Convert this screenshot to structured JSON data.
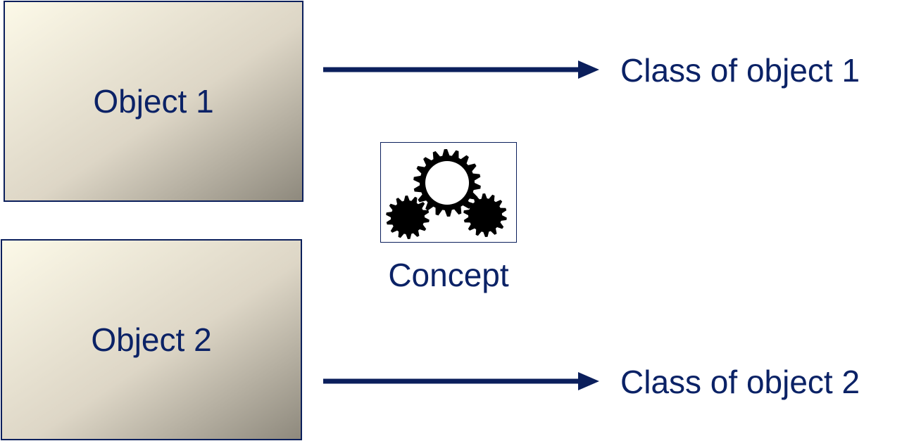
{
  "colors": {
    "text": "#0b2266",
    "arrow": "#0b1f5c",
    "box_gradient_start": "#fbf8e6",
    "box_gradient_end": "#8f8a7e"
  },
  "objects": [
    {
      "label": "Object 1"
    },
    {
      "label": "Object 2"
    }
  ],
  "classes": [
    {
      "label": "Class of object 1"
    },
    {
      "label": "Class of object 2"
    }
  ],
  "concept": {
    "label": "Concept",
    "icon": "gears-icon"
  }
}
